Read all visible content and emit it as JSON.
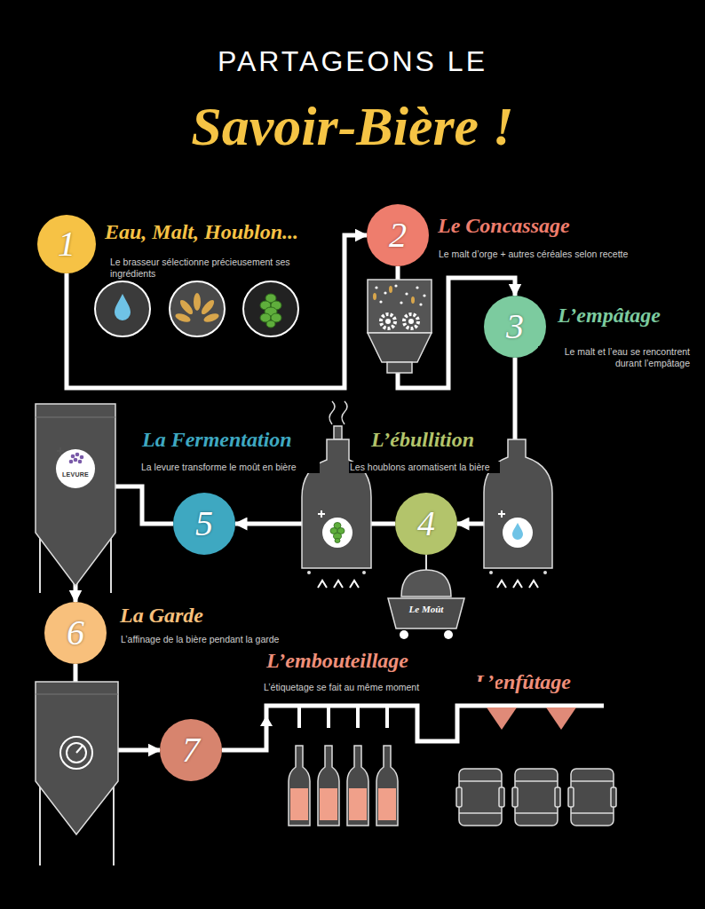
{
  "diagram": {
    "title": "Savoir-Bière !",
    "nodes": [
      {
        "text": [
          "1",
          "Eau, Malt, Houblon...",
          "Le brasseur sélectionne précieusement ses ingrédients"
        ]
      },
      {
        "text": [
          "2",
          "Le Concassage",
          "Le malt d’orge + autres céréales selon recette"
        ]
      },
      {
        "text": [
          "3",
          "L’empâtage",
          "Le malt et l’eau se rencontrent durant l’empâtage"
        ]
      },
      {
        "text": [
          "4",
          "L’ébullition",
          "Les houblons aromatisent la bière"
        ]
      },
      {
        "text": [
          "5",
          "La Fermentation",
          "La levure transforme le moût en bière"
        ]
      },
      {
        "text": [
          "6",
          "La Garde",
          "L’affinage de la bière pendant la garde"
        ]
      },
      {
        "text": [
          "7",
          "L’embouteillage",
          "L’étiquetage se fait au même moment"
        ]
      }
    ],
    "edges": [
      {
        "from": 0,
        "to": 1,
        "arrow": "to"
      },
      {
        "from": 1,
        "to": 2,
        "arrow": "to"
      },
      {
        "from": 2,
        "to": 3,
        "arrow": "to"
      },
      {
        "from": 3,
        "to": 4,
        "arrow": "to"
      },
      {
        "from": 4,
        "to": 5,
        "arrow": "to"
      },
      {
        "from": 5,
        "to": 6,
        "arrow": "to"
      }
    ],
    "labels": [
      "PARTAGEONS LE",
      "LEVURE",
      "Le Moût",
      "L’enfûtage"
    ]
  }
}
